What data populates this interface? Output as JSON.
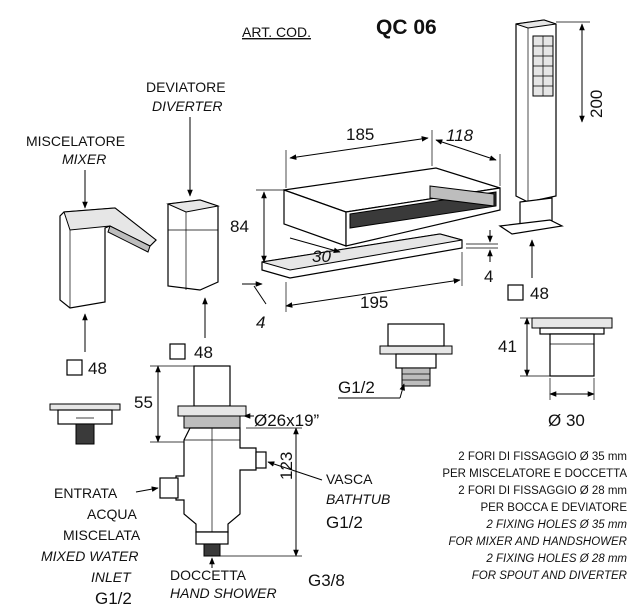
{
  "header": {
    "art_label": "ART. COD.",
    "code": "QC 06"
  },
  "labels": {
    "deviatore": "DEVIATORE",
    "diverter": "DIVERTER",
    "miscelatore": "MISCELATORE",
    "mixer": "MIXER",
    "entrata": "ENTRATA",
    "acqua": "ACQUA",
    "miscelata": "MISCELATA",
    "mixed_water": "MIXED WATER",
    "inlet": "INLET",
    "inlet_thread": "G1/2",
    "vasca": "VASCA",
    "bathtub": "BATHTUB",
    "bathtub_thread": "G1/2",
    "doccetta": "DOCCETTA",
    "hand_shower": "HAND SHOWER",
    "shower_thread": "G3/8",
    "spout_thread": "G1/2"
  },
  "dimensions": {
    "spout_width": "185",
    "spout_depth": "118",
    "spout_height": "84",
    "spout_angle": "30",
    "spout_base": "195",
    "spout_gap": "4",
    "spout_plate": "4",
    "shower_length": "200",
    "shower_base": "48",
    "mixer_base": "48",
    "diverter_base": "48",
    "body_height": "55",
    "body_thread": "Ø26x19”",
    "body_depth": "123",
    "fitting_height": "41",
    "fitting_diameter": "Ø 30"
  },
  "notes": [
    "2 FORI DI FISSAGGIO Ø 35 mm",
    "PER MISCELATORE E DOCCETTA",
    "2 FORI DI FISSAGGIO Ø 28 mm",
    "PER BOCCA E DEVIATORE",
    "2 FIXING HOLES Ø 35 mm",
    "FOR MIXER AND HANDSHOWER",
    "2 FIXING HOLES Ø 28 mm",
    "FOR SPOUT AND DIVERTER"
  ]
}
